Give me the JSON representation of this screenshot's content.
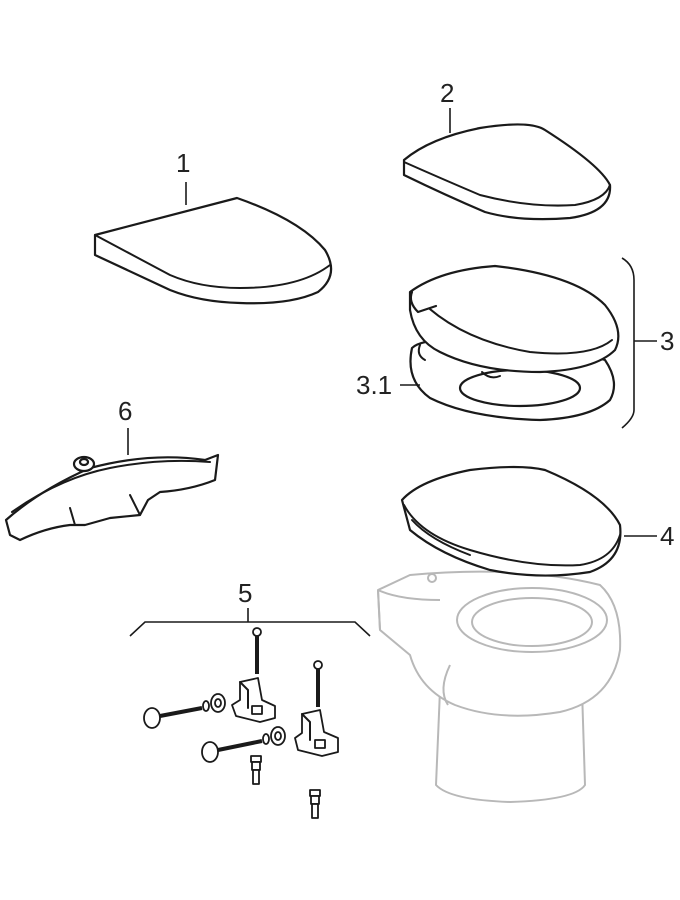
{
  "labels": {
    "part_1": "1",
    "part_2": "2",
    "part_3": "3",
    "part_3_1": "3.1",
    "part_4": "4",
    "part_5": "5",
    "part_6": "6"
  },
  "colors": {
    "line": "#1a1a1a",
    "ghost_line": "#b8b8b8",
    "background": "#ffffff"
  }
}
